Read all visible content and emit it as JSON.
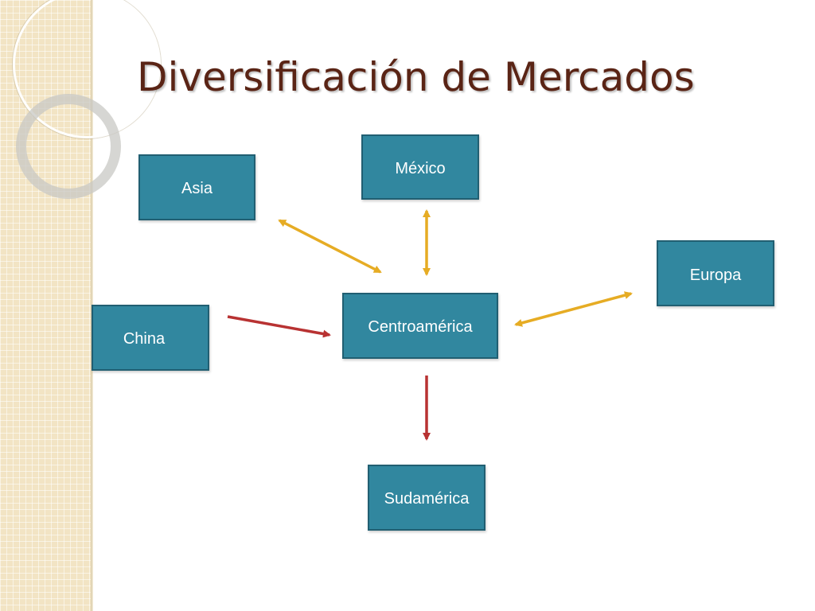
{
  "slide": {
    "title": "Diversificación de Mercados"
  },
  "nodes": {
    "mexico": "México",
    "asia": "Asia",
    "europa": "Europa",
    "china": "China",
    "centroamerica": "Centroamérica",
    "sudamerica": "Sudamérica"
  },
  "colors": {
    "node_fill": "#31879f",
    "node_border": "#215f72",
    "title": "#5a2415",
    "bidirectional_arrow": "#e6ac24",
    "one_way_arrow": "#b83232",
    "side_panel": "#f2e4c4"
  },
  "relations": [
    {
      "from": "Asia",
      "to": "Centroamérica",
      "kind": "bidirectional"
    },
    {
      "from": "México",
      "to": "Centroamérica",
      "kind": "bidirectional"
    },
    {
      "from": "Europa",
      "to": "Centroamérica",
      "kind": "bidirectional"
    },
    {
      "from": "China",
      "to": "Centroamérica",
      "kind": "one-way"
    },
    {
      "from": "Centroamérica",
      "to": "Sudamérica",
      "kind": "one-way"
    }
  ]
}
